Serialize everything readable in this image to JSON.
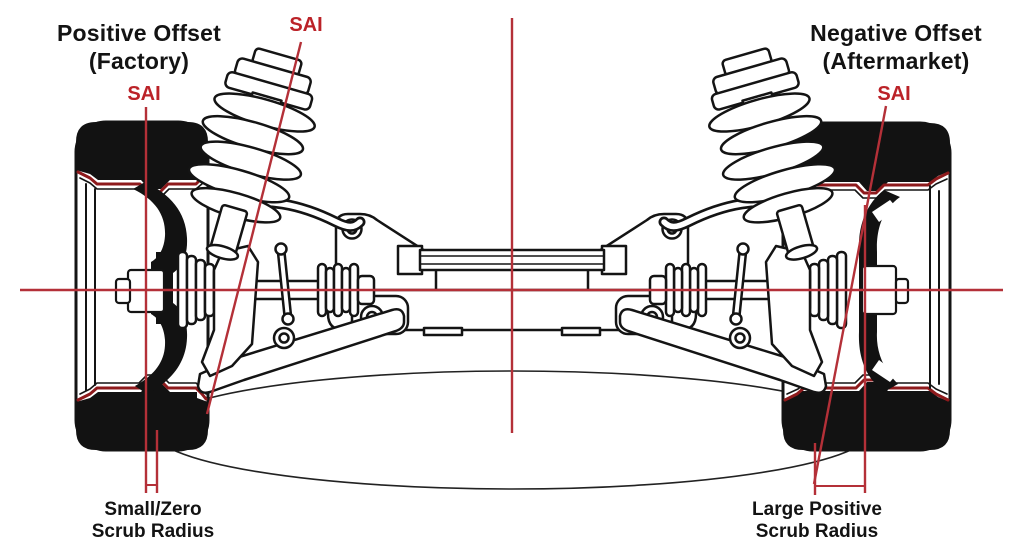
{
  "diagram": {
    "left_section": {
      "title_line1": "Positive Offset",
      "title_line2": "(Factory)",
      "sai_axis_label": "SAI",
      "sai_strut_label": "SAI",
      "scrub_line1": "Small/Zero",
      "scrub_line2": "Scrub Radius"
    },
    "right_section": {
      "title_line1": "Negative Offset",
      "title_line2": "(Aftermarket)",
      "sai_strut_label": "SAI",
      "scrub_line1": "Large Positive",
      "scrub_line2": "Scrub Radius"
    },
    "colors": {
      "annotation_red": "#bb2228",
      "tire_accent_red": "#8e1a1c",
      "line_black": "#141414",
      "background": "#ffffff"
    }
  }
}
